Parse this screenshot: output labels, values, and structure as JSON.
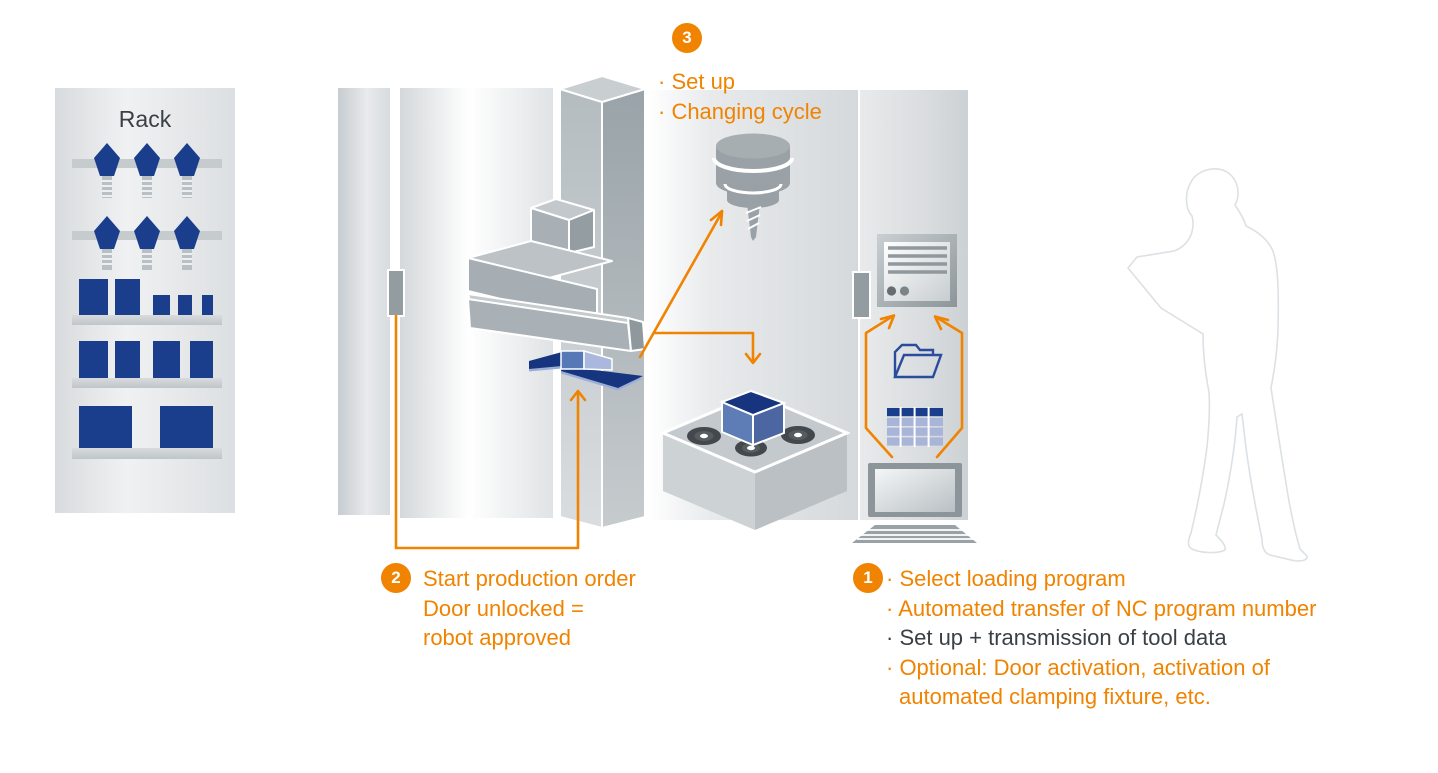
{
  "rack": {
    "title": "Rack"
  },
  "steps": [
    {
      "number": "1",
      "lines": [
        {
          "text": "· Select loading program",
          "tone": "orange"
        },
        {
          "text": "· Automated transfer of NC program number",
          "tone": "orange"
        },
        {
          "text": "· Set up + transmission of tool data",
          "tone": "dark"
        },
        {
          "text": "· Optional: Door activation, activation of",
          "tone": "orange"
        },
        {
          "text": "automated clamping fixture, etc.",
          "tone": "orange"
        }
      ]
    },
    {
      "number": "2",
      "lines": [
        {
          "text": "Start production order",
          "tone": "orange"
        },
        {
          "text": "Door unlocked =",
          "tone": "orange"
        },
        {
          "text": "robot approved",
          "tone": "orange"
        }
      ]
    },
    {
      "number": "3",
      "lines": [
        {
          "text": "· Set up",
          "tone": "orange"
        },
        {
          "text": "· Changing cycle",
          "tone": "orange"
        }
      ]
    }
  ],
  "colors": {
    "accent_orange": "#F08300",
    "navy_blue": "#1B3E8C",
    "periwinkle": "#A9B5D8",
    "steel_blue": "#5E7DB6",
    "folder_outline_blue": "#2B4C9C",
    "dark_text": "#3A4045"
  },
  "icons": {
    "tool_rack": "rack shelves with tool holders and material blanks",
    "gantry_robot": "loading robot column with blue pallet gripper",
    "door_handle_left": "machine door handle",
    "milling_spindle": "spindle with milling cutter",
    "clamping_table": "machine table with chucks and blue workpiece",
    "door_handle_right": "control cabinet door handle",
    "hmi_screen": "machine control panel screen",
    "folder": "program folder",
    "data_grid": "tool data table",
    "laptop": "laptop computer",
    "operator": "operator silhouette reading tablet"
  }
}
